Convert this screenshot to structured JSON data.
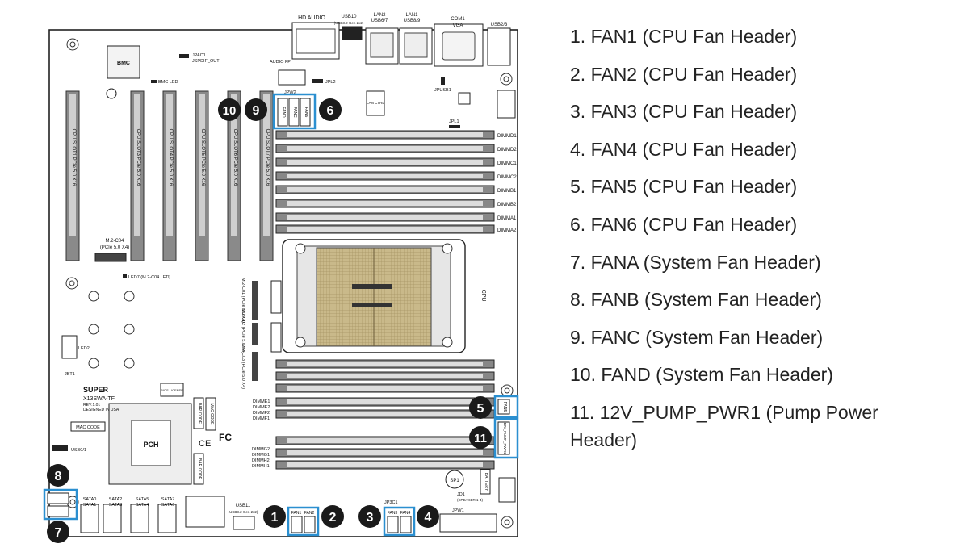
{
  "board": {
    "bmc": "BMC",
    "pch": "PCH",
    "supermicro": "SUPER",
    "model": "X13SWA-TF",
    "rev": "REV:1.01",
    "designed": "DESIGNED IN USA",
    "mac_code": "MAC CODE",
    "bar_code": "BAR CODE",
    "bios_license": "BIOS LICENSE",
    "fc": "FC",
    "ce": "CE",
    "bmc_led": "BMC LED",
    "jpac1": "JPAC1",
    "jspdif": "JSPDIF_OUT",
    "jpl2": "JPL2",
    "jpw2": "JPW2",
    "jpl1": "JPL1",
    "jpusb1": "JPUSB1",
    "lan_ctrl": "LAN CTRL",
    "audio_fp": "AUDIO FP",
    "jd1": "JD1",
    "speaker": "(SPEAKER 1-4)",
    "jpw1": "JPW1",
    "jp3c1": "JP3C1",
    "sp1": "SP1",
    "battery": "BATTERY",
    "jbt1": "JBT1",
    "led2": "LED2",
    "cpu": "CPU",
    "led7": "LED7 (M.2-C04 LED)",
    "m2_c04": [
      "M.2-C04",
      "(PCIe 5.0 X4)"
    ],
    "usb0_1": "USB0/1",
    "usb11": "USB11",
    "usb11_sub": "(USB3.2 Gen 2x2)",
    "top_io": [
      {
        "name": "HD AUDIO",
        "sub": ""
      },
      {
        "name": "USB10",
        "sub": "(USB3.2 Gen 2x2)"
      },
      {
        "name": "LAN2",
        "sub": "USB6/7"
      },
      {
        "name": "LAN1",
        "sub": "USB8/9"
      },
      {
        "name": "COM1",
        "sub": "VGA"
      },
      {
        "name": "USB2/3",
        "sub": ""
      }
    ],
    "pcie_slots": [
      "CPU SLOT1 PCIe 5.0 X16",
      "CPU SLOT3 PCIe 5.0 X16",
      "CPU SLOT4 PCIe 5.0 X16",
      "CPU SLOT5 PCIe 5.0 X16",
      "CPU SLOT6 PCIe 5.0 X16",
      "CPU SLOT7 PCIe 5.0 X16"
    ],
    "dimms_top": [
      "DIMMD1",
      "DIMMD2",
      "DIMMC1",
      "DIMMC2",
      "DIMMB1",
      "DIMMB2",
      "DIMMA1",
      "DIMMA2"
    ],
    "dimms_bottom": [
      "DIMME1",
      "DIMME2",
      "DIMMF2",
      "DIMMF1",
      "DIMMG2",
      "DIMMG1",
      "DIMMH2",
      "DIMMH1"
    ],
    "sata": [
      "SATA0",
      "SATA1",
      "SATA2",
      "SATA3",
      "SATA5",
      "SATA4",
      "SATA7",
      "SATA6"
    ],
    "fan_headers": [
      "FAN1",
      "FAN2",
      "FAN3",
      "FAN4",
      "FANA",
      "FANB",
      "FANC",
      "FAND",
      "FAN5",
      "FAN6"
    ],
    "pump": "12V_PUMP_PWR1",
    "m2_slots": [
      "M.2-C01 (PCIe 5.0 X4)",
      "M.2-C02 (PCIe 5.0 X4)",
      "M.2-C03 (PCIe 5.0 X4)"
    ]
  },
  "callouts": [
    "1",
    "2",
    "3",
    "4",
    "5",
    "6",
    "7",
    "8",
    "9",
    "10",
    "11"
  ],
  "legend": [
    "1. FAN1 (CPU Fan Header)",
    "2. FAN2 (CPU Fan Header)",
    "3. FAN3 (CPU Fan Header)",
    "4. FAN4 (CPU Fan Header)",
    "5. FAN5 (CPU Fan Header)",
    "6. FAN6 (CPU Fan Header)",
    "7. FANA (System Fan Header)",
    "8. FANB (System Fan Header)",
    "9. FANC (System Fan Header)",
    "10. FAND (System Fan Header)",
    "11. 12V_PUMP_PWR1 (Pump Power Header)"
  ],
  "colors": {
    "highlight": "#2b8fd0",
    "callout": "#1a1a1a",
    "slot": "#8a8a8a",
    "socket": "#c9b98a"
  }
}
